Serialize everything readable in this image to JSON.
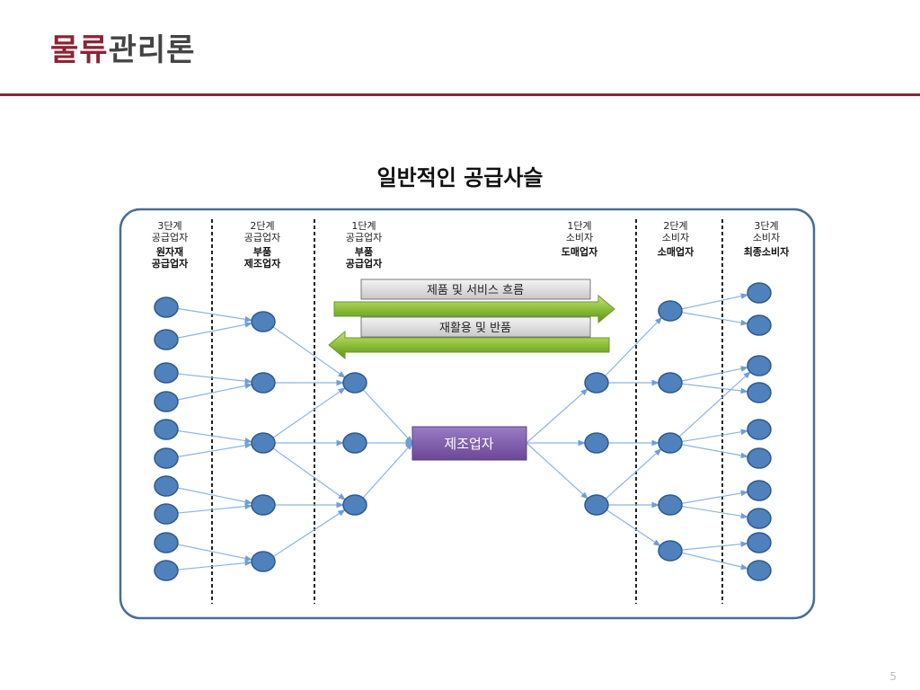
{
  "slide": {
    "title_accent": "물류",
    "title_rest": "관리론",
    "page_number": "5"
  },
  "diagram": {
    "title": "일반적인 공급사슬",
    "columns": [
      {
        "tier": [
          "3단계",
          "공급업자"
        ],
        "role": [
          "원자재",
          "공급업자"
        ]
      },
      {
        "tier": [
          "2단계",
          "공급업자"
        ],
        "role": [
          "부품",
          "제조업자"
        ]
      },
      {
        "tier": [
          "1단계",
          "공급업자"
        ],
        "role": [
          "부품",
          "공급업자"
        ]
      },
      {
        "tier": [
          "1단계",
          "소비자"
        ],
        "role": [
          "도매업자"
        ]
      },
      {
        "tier": [
          "2단계",
          "소비자"
        ],
        "role": [
          "소매업자"
        ]
      },
      {
        "tier": [
          "3단계",
          "소비자"
        ],
        "role": [
          "최종소비자"
        ]
      }
    ],
    "forward_flow": "제품 및 서비스 흐름",
    "reverse_flow": "재활용 및 반품",
    "center_node": "제조업자",
    "colors": {
      "node_fill": "#4f81bd",
      "node_stroke": "#2e5a8c",
      "edge": "#8db3e2",
      "frame": "#4a6d96",
      "arrow_green": "#7ab030",
      "center_fill": "#7e5aa8",
      "label_box": "#d9d9d9",
      "title_accent": "#8b2535"
    }
  }
}
